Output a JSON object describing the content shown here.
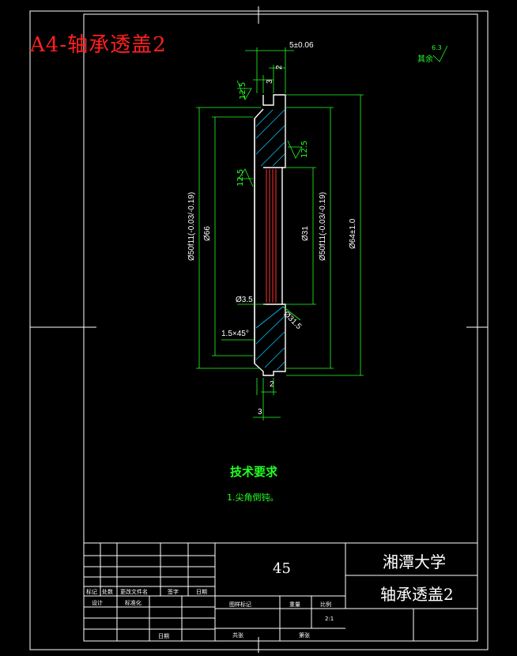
{
  "sheet_title": "A4-轴承透盖2",
  "roughness_note": {
    "label": "其余",
    "value": "6.3"
  },
  "dimensions": {
    "top_thickness": "5±0.06",
    "flange_step": "2",
    "hub_step": "3",
    "rough_top": "12.5",
    "rough_right": "12.5",
    "rough_bore": "12.5",
    "dia_outer_left": "Ø50f11(-0.03/-0.19)",
    "dia_66": "Ø66",
    "dia_31": "Ø31",
    "dia_right_fit": "Ø50f11(-0.03/-0.19)",
    "dia_total": "Ø64±1.0",
    "groove": "Ø3.5",
    "groove_right": "Ø31.5",
    "chamfer": "1.5×45°",
    "bottom_2": "2",
    "bottom_3": "3"
  },
  "tech_req": {
    "title": "技术要求",
    "item": "1.尖角倒钝。"
  },
  "title_block": {
    "material": "45",
    "school": "湘潭大学",
    "part_name": "轴承透盖2",
    "row_labels": [
      "标记",
      "处数",
      "更改文件名",
      "签字",
      "日期"
    ],
    "design_label": "设计",
    "std_label": "标准化",
    "date_label": "日期",
    "stage_label": "图样标记",
    "weight_label": "重量",
    "scale_label": "比例",
    "scale": "2:1",
    "sheets_label": "共张",
    "sheet_label": "第张"
  },
  "colors": {
    "frame": "#ffffff",
    "part": "#ffffff",
    "dimension": "#22ff22",
    "hatch": "#00c8ff",
    "title_red": "#ff2020"
  }
}
